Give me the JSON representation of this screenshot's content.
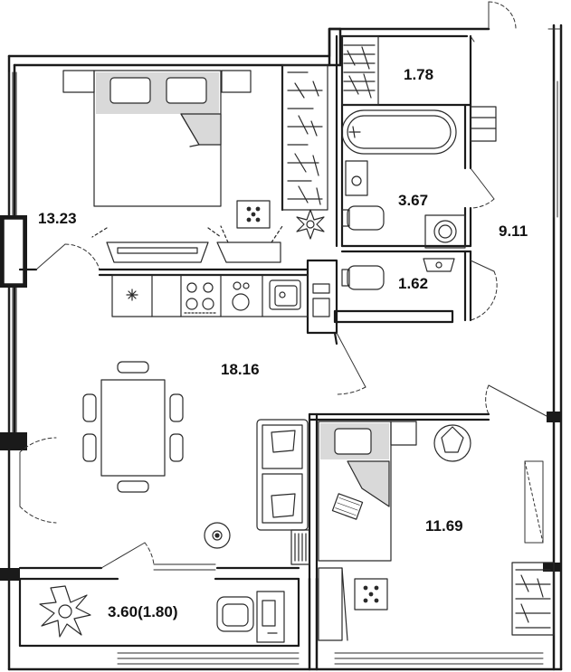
{
  "colors": {
    "wall": "#1a1a1a",
    "line": "#2a2a2a",
    "floor": "#ffffff",
    "fill_gray": "#d9d9d9"
  },
  "plan": {
    "rooms": [
      {
        "id": "storage",
        "area": "1.78"
      },
      {
        "id": "bathroom",
        "area": "3.67"
      },
      {
        "id": "toilet",
        "area": "1.62"
      },
      {
        "id": "hallway",
        "area": "9.11"
      },
      {
        "id": "bedroom",
        "area": "13.23"
      },
      {
        "id": "kitchen-living",
        "area": "18.16"
      },
      {
        "id": "second-bedroom",
        "area": "11.69"
      },
      {
        "id": "balcony",
        "area": "3.60(1.80)"
      }
    ]
  }
}
